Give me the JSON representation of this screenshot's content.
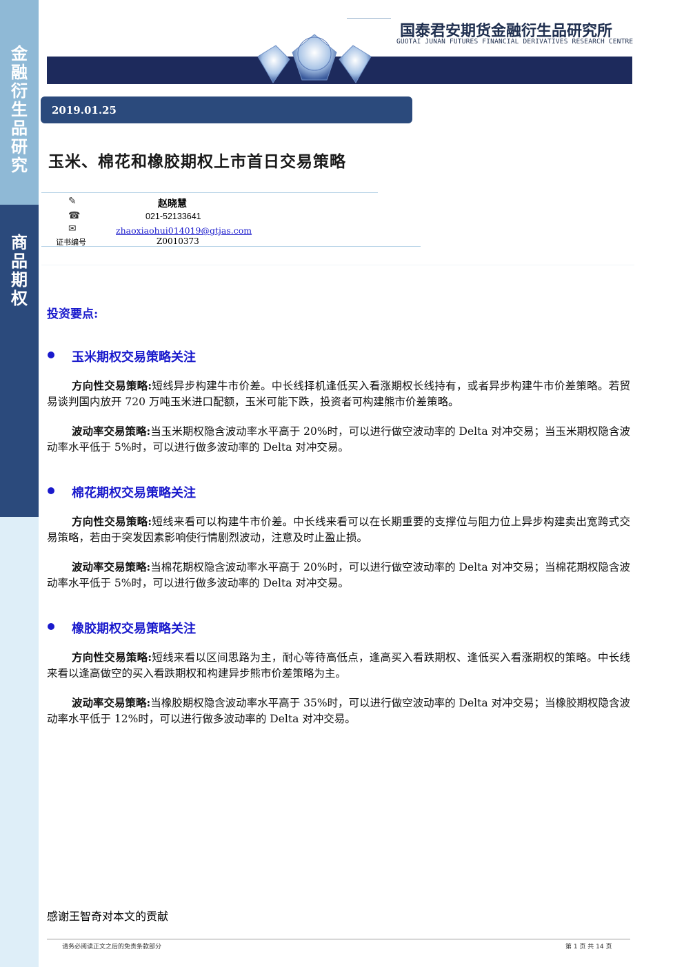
{
  "sidebar": {
    "top_label": "金融衍生品研究",
    "section_label": "商品期权",
    "colors": {
      "top": "#8fb9d6",
      "mid": "#2b4a7c",
      "bottom": "#deeef8"
    }
  },
  "header": {
    "org_cn": "国泰君安期货金融衍生品研究所",
    "org_en": "GUOTAI JUNAN FUTURES FINANCIAL DERIVATIVES RESEARCH CENTRE",
    "logo_icon": "diamond-logo-icon",
    "band_color": "#1d2a5c"
  },
  "date": "2019.01.25",
  "title": "玉米、棉花和橡胶期权上市首日交易策略",
  "author": {
    "name": "赵晓慧",
    "phone": "021-52133641",
    "email": "zhaoxiaohui014019@gtjas.com",
    "cert_label": "证书编号",
    "cert_no": "Z0010373",
    "icons": [
      "pen-icon",
      "phone-icon",
      "mail-icon"
    ]
  },
  "key_points_label": "投资要点:",
  "sections": [
    {
      "heading": "玉米期权交易策略关注",
      "paras": [
        {
          "label": "方向性交易策略:",
          "text": "短线异步构建牛市价差。中长线择机逢低买入看涨期权长线持有，或者异步构建牛市价差策略。若贸易谈判国内放开 720 万吨玉米进口配额，玉米可能下跌，投资者可构建熊市价差策略。"
        },
        {
          "label": "波动率交易策略:",
          "text": "当玉米期权隐含波动率水平高于 20%时，可以进行做空波动率的 Delta 对冲交易；当玉米期权隐含波动率水平低于 5%时，可以进行做多波动率的 Delta 对冲交易。"
        }
      ]
    },
    {
      "heading": "棉花期权交易策略关注",
      "paras": [
        {
          "label": "方向性交易策略:",
          "text": "短线来看可以构建牛市价差。中长线来看可以在长期重要的支撑位与阻力位上异步构建卖出宽跨式交易策略，若由于突发因素影响使行情剧烈波动，注意及时止盈止损。"
        },
        {
          "label": "波动率交易策略:",
          "text": "当棉花期权隐含波动率水平高于 20%时，可以进行做空波动率的 Delta 对冲交易；当棉花期权隐含波动率水平低于 5%时，可以进行做多波动率的 Delta 对冲交易。"
        }
      ]
    },
    {
      "heading": "橡胶期权交易策略关注",
      "paras": [
        {
          "label": "方向性交易策略:",
          "text": "短线来看以区间思路为主，耐心等待高低点，逢高买入看跌期权、逢低买入看涨期权的策略。中长线来看以逢高做空的买入看跌期权和构建异步熊市价差策略为主。"
        },
        {
          "label": "波动率交易策略:",
          "text": "当橡胶期权隐含波动率水平高于 35%时，可以进行做空波动率的 Delta 对冲交易；当橡胶期权隐含波动率水平低于 12%时，可以进行做多波动率的 Delta 对冲交易。"
        }
      ]
    }
  ],
  "thanks": "感谢王智奇对本文的贡献",
  "footer": {
    "disclaimer": "请务必阅读正文之后的免责条款部分",
    "page": "第 1 页 共 14 页"
  },
  "accent_color": "#1a1acc"
}
